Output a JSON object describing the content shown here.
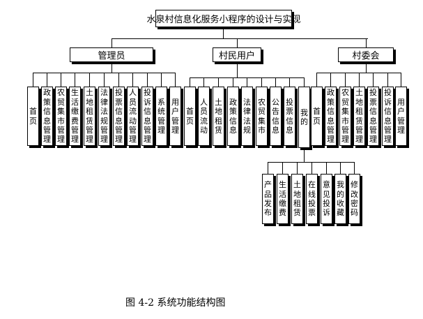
{
  "diagram": {
    "root": "水泉村信息化服务小程序的设计与实现",
    "branches": [
      {
        "label": "管理员",
        "children": [
          "首页",
          "政策信息管理",
          "农贸集市管理",
          "生活缴费管理",
          "土地租赁管理",
          "法律法规管理",
          "投票信息管理",
          "人员流动管理",
          "投诉信息管理",
          "系统管理",
          "用户管理"
        ]
      },
      {
        "label": "村民用户",
        "children": [
          "首页",
          "人员流动",
          "土地租赁",
          "政策信息",
          "法律法规",
          "农贸集市",
          "公告信息",
          "投票信息",
          "我的"
        ],
        "sub": {
          "parent": "我的",
          "children": [
            "产品发布",
            "生活缴费",
            "土地租赁",
            "在线投票",
            "意见投诉",
            "我的收藏",
            "修改密码"
          ]
        }
      },
      {
        "label": "村委会",
        "children": [
          "首页",
          "政策信息管理",
          "农贸集市管理",
          "土地租赁管理",
          "投票信息管理",
          "投诉信息管理",
          "用户管理"
        ]
      }
    ]
  },
  "caption": "图 4-2 系统功能结构图"
}
